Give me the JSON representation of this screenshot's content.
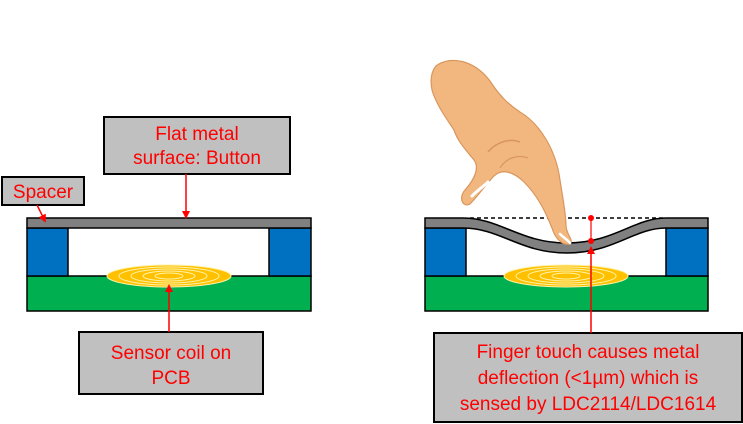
{
  "labels": {
    "flat_metal_line1": "Flat metal",
    "flat_metal_line2": "surface: Button",
    "spacer": "Spacer",
    "sensor_coil_line1": "Sensor coil on",
    "sensor_coil_line2": "PCB",
    "finger_line1": "Finger touch causes metal",
    "finger_line2": "deflection (<1µm) which is",
    "finger_line3": "sensed by LDC2114/LDC1614"
  },
  "colors": {
    "label_box_fill": "#c0c0c0",
    "label_text": "#ff0000",
    "arrow": "#ff0000",
    "metal_plate": "#808080",
    "spacer_block": "#0070c0",
    "pcb": "#00b050",
    "coil": "#ffc000",
    "skin": "#f2b77f"
  },
  "icons": {
    "hand": "hand-pointing-icon"
  }
}
